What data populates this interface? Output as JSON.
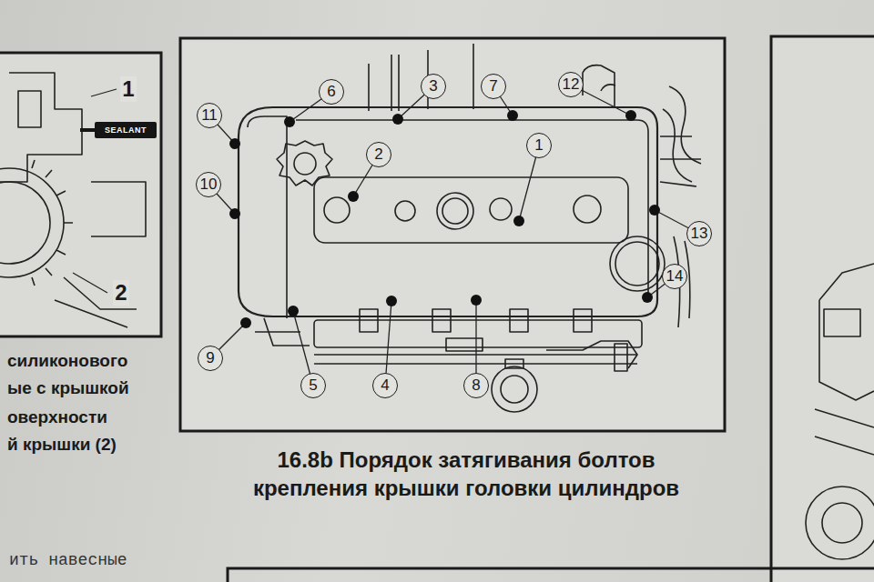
{
  "diagram": {
    "caption": "16.8b Порядок затягивания болтов крепления крышки головки цилиндров",
    "labels": [
      "1",
      "2",
      "3",
      "4",
      "5",
      "6",
      "7",
      "8",
      "9",
      "10",
      "11",
      "12",
      "13",
      "14",
      "1",
      "SEALANT",
      "2",
      "силиконового",
      "ые с крышкой",
      "оверхности",
      "й крышки (2)",
      "ить навесные"
    ]
  }
}
